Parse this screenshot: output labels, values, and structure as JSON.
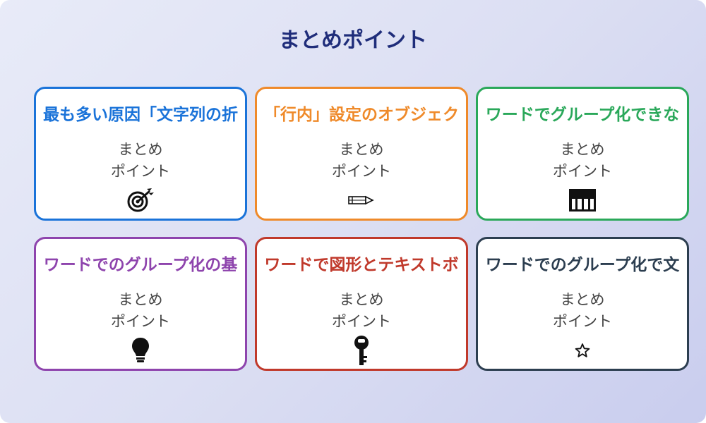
{
  "title": "まとめポイント",
  "cards": [
    {
      "title": "最も多い原因「文字列の折",
      "line1": "まとめ",
      "line2": "ポイント",
      "icon": "target-icon",
      "color": "#1a73d9"
    },
    {
      "title": "「行内」設定のオブジェク",
      "line1": "まとめ",
      "line2": "ポイント",
      "icon": "pencil-icon",
      "color": "#ef8a2a"
    },
    {
      "title": "ワードでグループ化できな",
      "line1": "まとめ",
      "line2": "ポイント",
      "icon": "piano-icon",
      "color": "#2aa85a"
    },
    {
      "title": "ワードでのグループ化の基",
      "line1": "まとめ",
      "line2": "ポイント",
      "icon": "lightbulb-icon",
      "color": "#8e44ad"
    },
    {
      "title": "ワードで図形とテキストボ",
      "line1": "まとめ",
      "line2": "ポイント",
      "icon": "key-icon",
      "color": "#c0392b"
    },
    {
      "title": "ワードでのグループ化で文",
      "line1": "まとめ",
      "line2": "ポイント",
      "icon": "star-icon",
      "color": "#2c3e50"
    }
  ]
}
